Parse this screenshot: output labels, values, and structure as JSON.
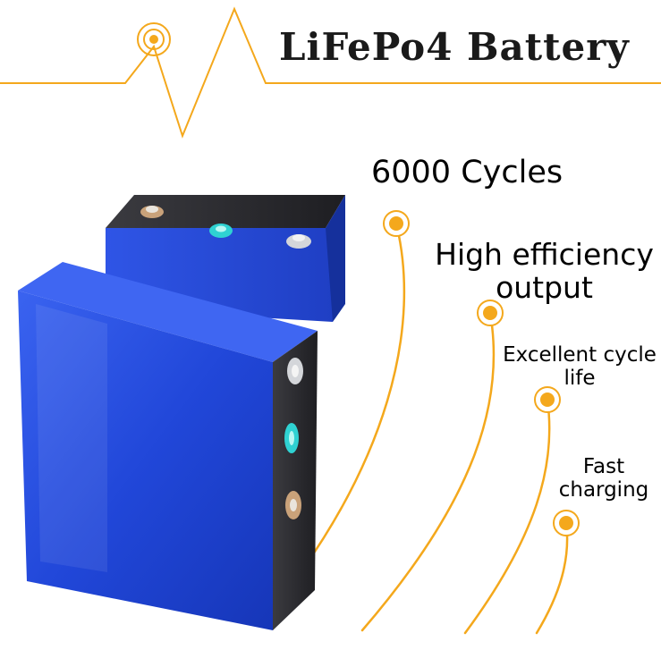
{
  "header": {
    "title": "LiFePo4 Battery"
  },
  "features": [
    {
      "lines": [
        "6000 Cycles"
      ]
    },
    {
      "lines": [
        "High efficiency",
        "output"
      ]
    },
    {
      "lines": [
        "Excellent cycle",
        "life"
      ]
    },
    {
      "lines": [
        "Fast",
        "charging"
      ]
    }
  ],
  "colors": {
    "accent": "#f4a81c",
    "battery_blue": "#1f44d6",
    "battery_top": "#2a2a2e",
    "text": "#000000"
  },
  "icons": [
    "signal-icon",
    "feature-marker-icon",
    "battery-cell-image"
  ]
}
